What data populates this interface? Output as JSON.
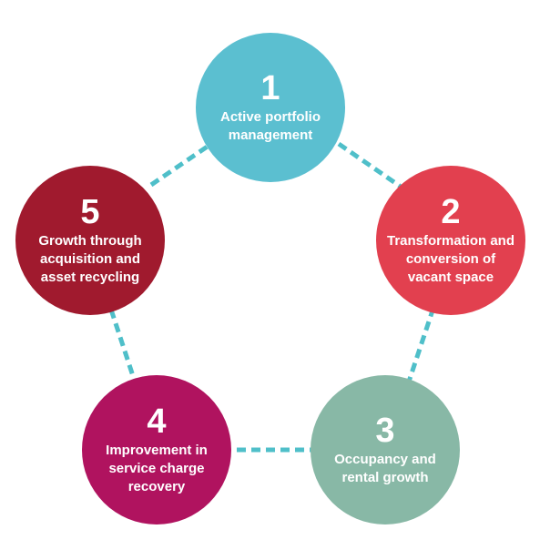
{
  "colors": {
    "connector": "#4fbfc9"
  },
  "nodes": [
    {
      "number": "1",
      "label": "Active portfolio management",
      "color": "#5bbfd0"
    },
    {
      "number": "2",
      "label": "Transformation and conversion of vacant space",
      "color": "#e2404f"
    },
    {
      "number": "3",
      "label": "Occupancy and rental growth",
      "color": "#88b8a6"
    },
    {
      "number": "4",
      "label": "Improvement in service charge recovery",
      "color": "#b0135f"
    },
    {
      "number": "5",
      "label": "Growth through acquisition and asset recycling",
      "color": "#a01a2e"
    }
  ]
}
